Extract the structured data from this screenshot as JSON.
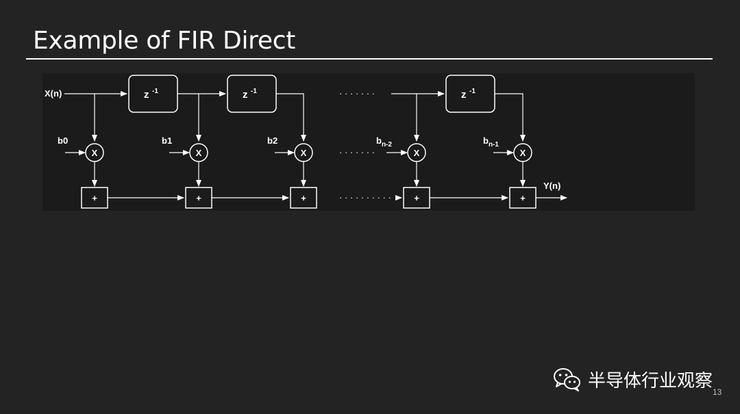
{
  "slide": {
    "title": "Example of FIR Direct",
    "page_number": "13"
  },
  "watermark": {
    "text": "半导体行业观察",
    "icon": "wechat-icon"
  },
  "diagram": {
    "input_label": "X(n)",
    "output_label": "Y(n)",
    "delay_label": "z",
    "delay_exponent": "-1",
    "multiplier_symbol": "X",
    "adder_symbol": "+",
    "ellipsis": "· · · · · · ·",
    "ellipsis_long": "· · · · · · · · · ·",
    "stages": [
      {
        "coef": "b0",
        "coef_sub": ""
      },
      {
        "coef": "b1",
        "coef_sub": ""
      },
      {
        "coef": "b2",
        "coef_sub": ""
      },
      {
        "coef": "b",
        "coef_sub": "n-2"
      },
      {
        "coef": "b",
        "coef_sub": "n-1"
      }
    ]
  }
}
